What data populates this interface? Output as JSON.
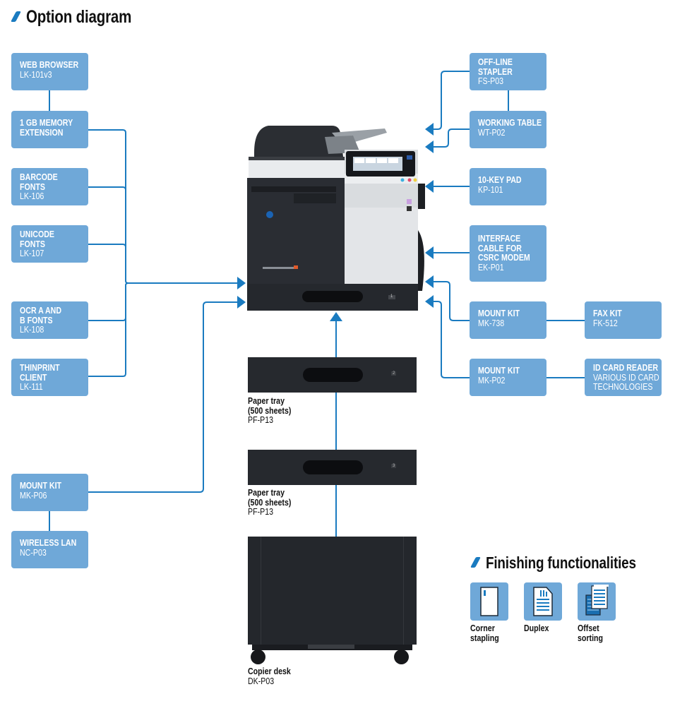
{
  "titles": {
    "main": "Option diagram",
    "finishing": "Finishing functionalities"
  },
  "colors": {
    "box_fill": "#6fa8d8",
    "line": "#1a7bc0",
    "device_dark": "#2a2d33",
    "text": "#111111"
  },
  "left_options": [
    {
      "name_lines": [
        "WEB BROWSER"
      ],
      "code": "LK-101v3"
    },
    {
      "name_lines": [
        "1 GB MEMORY",
        "EXTENSION"
      ],
      "code": ""
    },
    {
      "name_lines": [
        "BARCODE",
        "FONTS"
      ],
      "code": "LK-106"
    },
    {
      "name_lines": [
        "UNICODE",
        "FONTS"
      ],
      "code": "LK-107"
    },
    {
      "name_lines": [
        "OCR A AND",
        "B FONTS"
      ],
      "code": "LK-108"
    },
    {
      "name_lines": [
        "THINPRINT",
        "CLIENT"
      ],
      "code": "LK-111"
    },
    {
      "name_lines": [
        "MOUNT KIT"
      ],
      "code": "MK-P06"
    },
    {
      "name_lines": [
        "WIRELESS LAN"
      ],
      "code": "NC-P03"
    }
  ],
  "right_options": [
    {
      "name_lines": [
        "OFF-LINE",
        "STAPLER"
      ],
      "code": "FS-P03"
    },
    {
      "name_lines": [
        "WORKING TABLE"
      ],
      "code": "WT-P02"
    },
    {
      "name_lines": [
        "10-KEY PAD"
      ],
      "code": "KP-101"
    },
    {
      "name_lines": [
        "INTERFACE",
        "CABLE FOR",
        "CSRC MODEM"
      ],
      "code": "EK-P01"
    },
    {
      "name_lines": [
        "MOUNT KIT"
      ],
      "code": "MK-738"
    },
    {
      "name_lines": [
        "MOUNT KIT"
      ],
      "code": "MK-P02"
    }
  ],
  "far_right_options": [
    {
      "name_lines": [
        "FAX KIT"
      ],
      "code": "FK-512"
    },
    {
      "name_lines": [
        "ID CARD READER"
      ],
      "code_lines": [
        "VARIOUS ID CARD",
        "TECHNOLOGIES"
      ]
    }
  ],
  "stack": [
    {
      "name_lines": [
        "Paper tray",
        "(500 sheets)"
      ],
      "code": "PF-P13",
      "tray_number": "2"
    },
    {
      "name_lines": [
        "Paper tray",
        "(500 sheets)"
      ],
      "code": "PF-P13",
      "tray_number": "3"
    },
    {
      "name_lines": [
        "Copier desk"
      ],
      "code": "DK-P03"
    }
  ],
  "main_device": {
    "tray_number": "1",
    "icon": "multifunction-printer-image"
  },
  "finishing": [
    {
      "label_lines": [
        "Corner",
        "stapling"
      ],
      "icon": "corner-stapling-icon"
    },
    {
      "label_lines": [
        "Duplex"
      ],
      "icon": "duplex-icon"
    },
    {
      "label_lines": [
        "Offset",
        "sorting"
      ],
      "icon": "offset-sorting-icon"
    }
  ]
}
